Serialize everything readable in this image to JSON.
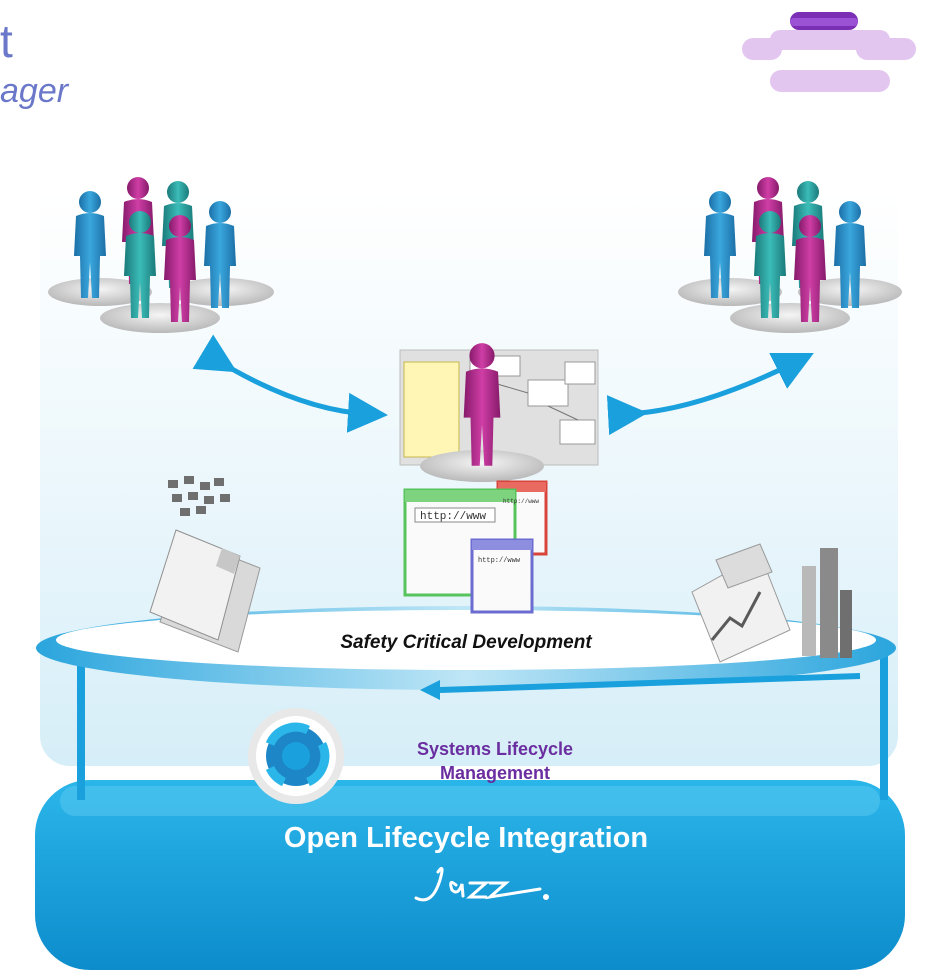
{
  "header": {
    "title_fragment": "t",
    "subtitle_fragment": "ager"
  },
  "diagram": {
    "center_label": "Safety Critical Development",
    "lifecycle_label_line1": "Systems Lifecycle",
    "lifecycle_label_line2": "Management",
    "integration_label": "Open Lifecycle Integration",
    "logo_text": "Jazz",
    "browser_url_1": "http://www",
    "browser_url_2": "http://www",
    "browser_url_3": "http://www"
  },
  "colors": {
    "title": "#6b78c9",
    "accent_blue": "#1aa0dc",
    "purple": "#6a2ea0",
    "magenta_person": "#b0288c",
    "teal_person": "#27a0a0",
    "blue_person": "#2a8fc8"
  },
  "icons": [
    "lifecycle-badge-icon",
    "people-group-icon",
    "person-icon",
    "browser-windows-icon",
    "documents-icon",
    "charts-icon",
    "refresh-cycle-icon",
    "jazz-logo-icon"
  ]
}
